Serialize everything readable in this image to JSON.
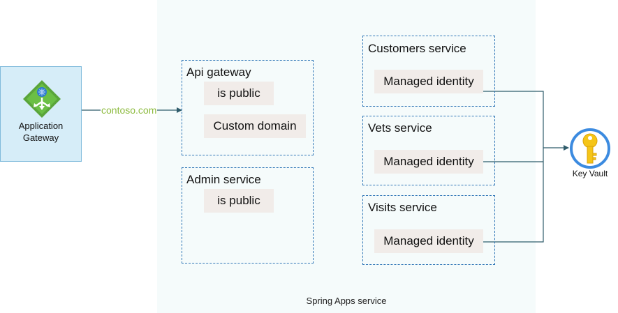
{
  "application_gateway": {
    "line1": "Application",
    "line2": "Gateway"
  },
  "connection": {
    "domain": "contoso.com"
  },
  "spring_apps": {
    "label": "Spring Apps service"
  },
  "api_gateway": {
    "title": "Api gateway",
    "is_public": "is public",
    "custom_domain": "Custom domain"
  },
  "admin_service": {
    "title": "Admin service",
    "is_public": "is public"
  },
  "customers_service": {
    "title": "Customers service",
    "identity": "Managed identity"
  },
  "vets_service": {
    "title": "Vets service",
    "identity": "Managed identity"
  },
  "visits_service": {
    "title": "Visits service",
    "identity": "Managed identity"
  },
  "key_vault": {
    "label": "Key Vault"
  },
  "colors": {
    "dashed_border": "#2e75b6",
    "connector": "#2f5c6b",
    "domain_text": "#8dbb3f",
    "chip_bg": "#f1ece9",
    "spring_bg": "#f5fbfb",
    "appgw_bg": "#d6edf8",
    "key_gold": "#f5c518",
    "key_ring": "#3c8be0"
  },
  "icons": {
    "application_gateway": "application-gateway-icon",
    "key_vault": "key-vault-icon"
  }
}
